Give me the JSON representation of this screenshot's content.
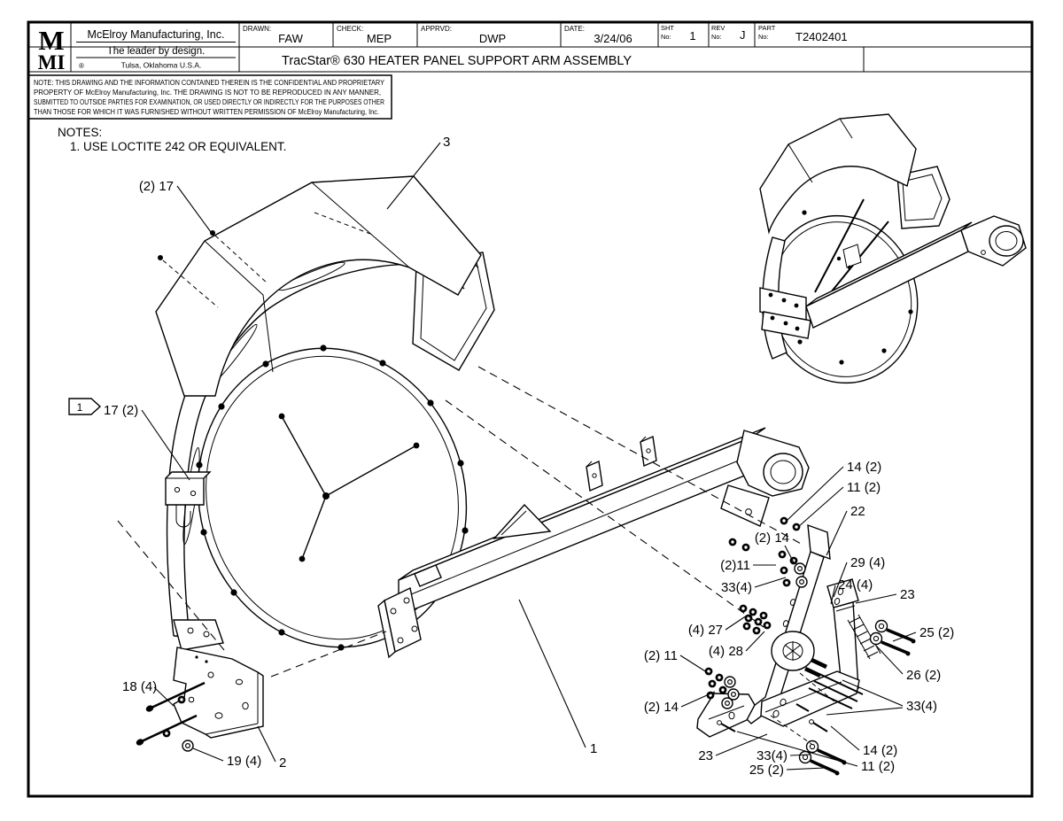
{
  "page": {
    "paper": "#ffffff",
    "ink": "#000000"
  },
  "title_block": {
    "logo": {
      "top": "M",
      "bottom": "MI"
    },
    "company_name": "McElroy Manufacturing, Inc.",
    "tagline": "The leader by design.",
    "location": "Tulsa, Oklahoma U.S.A.",
    "location_mark": "®",
    "drawn": {
      "label": "DRAWN:",
      "value": "FAW"
    },
    "check": {
      "label": "CHECK:",
      "value": "MEP"
    },
    "apprvd": {
      "label": "APPRVD:",
      "value": "DWP"
    },
    "date": {
      "label": "DATE:",
      "value": "3/24/06"
    },
    "sht": {
      "label_line1": "SHT",
      "label_line2": "No:",
      "value": "1"
    },
    "rev": {
      "label_line1": "REV",
      "label_line2": "No:",
      "value": "J"
    },
    "part": {
      "label_line1": "PART",
      "label_line2": "No:",
      "value": "T2402401"
    },
    "drawing_title": "TracStar® 630 HEATER PANEL SUPPORT ARM ASSEMBLY"
  },
  "confidential_note": {
    "lines": [
      "NOTE: THIS DRAWING AND THE INFORMATION CONTAINED THEREIN IS THE CONFIDENTIAL AND PROPRIETARY",
      "PROPERTY OF McElroy Manufacturing, Inc. THE DRAWING IS NOT TO BE REPRODUCED IN ANY MANNER,",
      "SUBMITTED TO OUTSIDE PARTIES FOR EXAMINATION, OR USED DIRECTLY OR INDIRECTLY FOR THE PURPOSES OTHER",
      "THAN THOSE FOR WHICH IT WAS FURNISHED WITHOUT WRITTEN PERMISSION OF McElroy Manufacturing, Inc."
    ]
  },
  "notes": {
    "heading": "NOTES:",
    "items": [
      "1. USE LOCTITE 242 OR EQUIVALENT."
    ]
  },
  "flag_note": {
    "number": "1",
    "label": "17 (2)"
  },
  "callouts": [
    {
      "label": "(2) 17"
    },
    {
      "label": "3"
    },
    {
      "label": "14 (2)"
    },
    {
      "label": "11 (2)"
    },
    {
      "label": "22"
    },
    {
      "label": "(2) 14"
    },
    {
      "label": "(2)11"
    },
    {
      "label": "33(4)"
    },
    {
      "label": "29 (4)"
    },
    {
      "label": "24 (4)"
    },
    {
      "label": "23"
    },
    {
      "label": "25 (2)"
    },
    {
      "label": "26 (2)"
    },
    {
      "label": "33(4)"
    },
    {
      "label": "(4) 27"
    },
    {
      "label": "(4) 28"
    },
    {
      "label": "(2) 11"
    },
    {
      "label": "(2) 14"
    },
    {
      "label": "18 (4)"
    },
    {
      "label": "19 (4)"
    },
    {
      "label": "2"
    },
    {
      "label": "1"
    },
    {
      "label": "23"
    },
    {
      "label": "33(4)"
    },
    {
      "label": "25 (2)"
    },
    {
      "label": "14 (2)"
    },
    {
      "label": "11 (2)"
    }
  ]
}
